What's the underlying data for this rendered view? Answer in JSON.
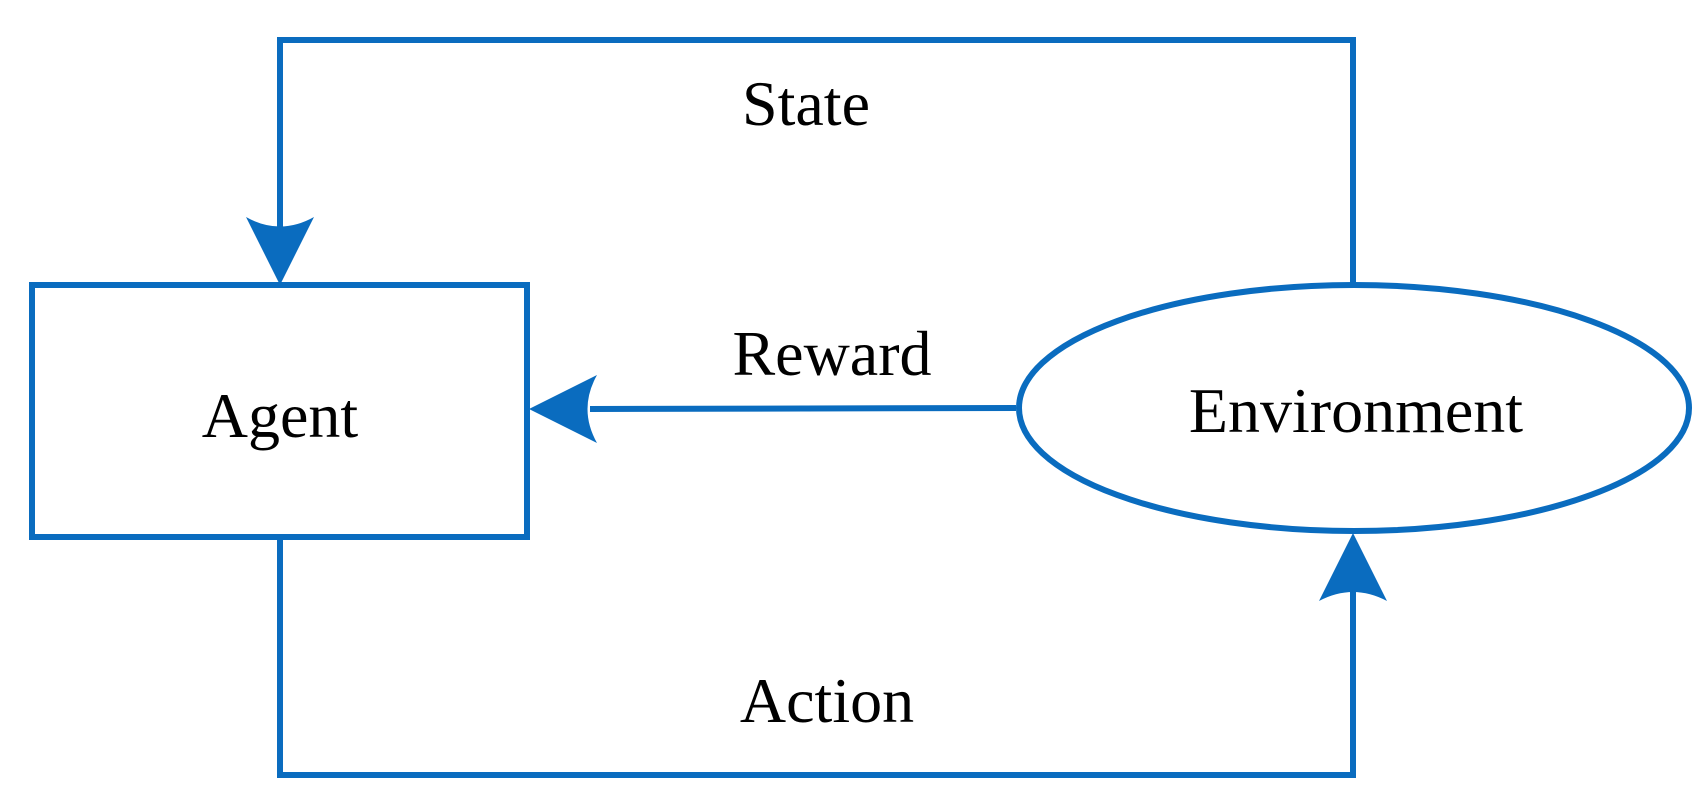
{
  "diagram": {
    "nodes": {
      "agent": {
        "label": "Agent",
        "shape": "rectangle"
      },
      "environment": {
        "label": "Environment",
        "shape": "ellipse"
      }
    },
    "edges": [
      {
        "from": "environment",
        "to": "agent",
        "label": "State"
      },
      {
        "from": "environment",
        "to": "agent",
        "label": "Reward"
      },
      {
        "from": "agent",
        "to": "environment",
        "label": "Action"
      }
    ],
    "colors": {
      "stroke": "#0a6cbf",
      "text": "#000000",
      "background": "#ffffff"
    }
  }
}
